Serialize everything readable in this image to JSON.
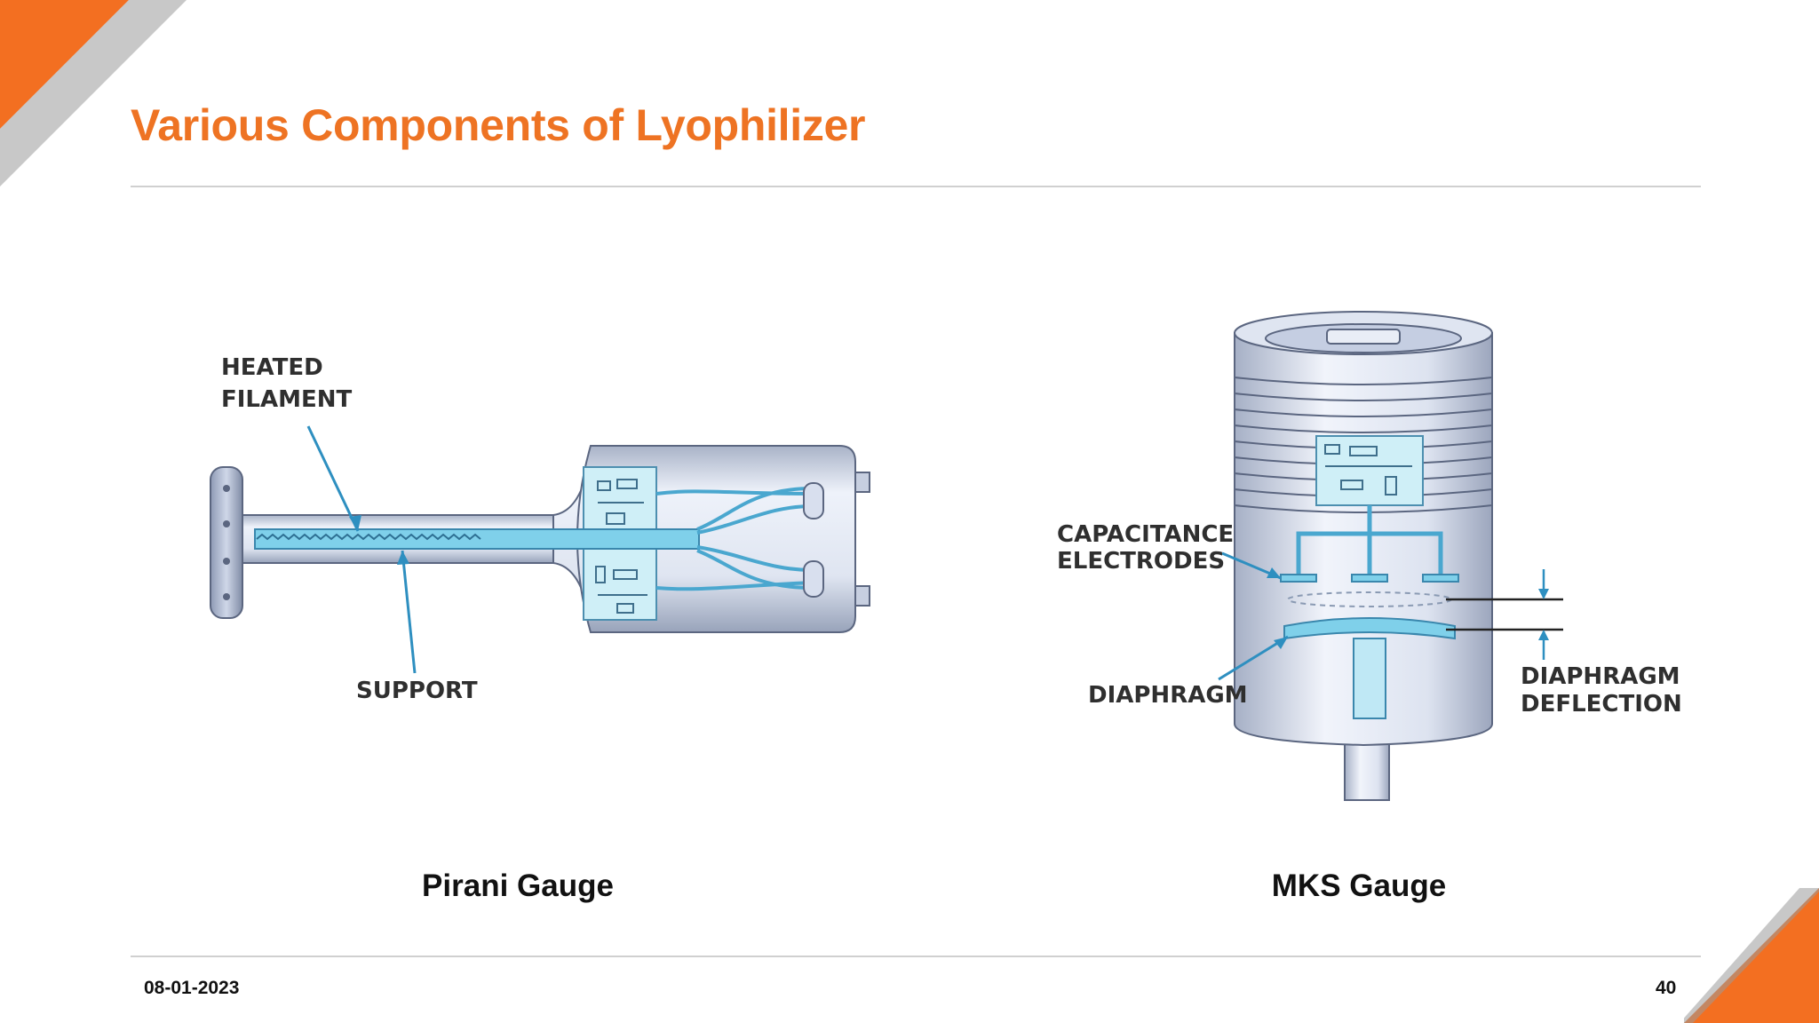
{
  "slide": {
    "title": "Various Components of Lyophilizer",
    "date": "08-01-2023",
    "page_number": "40",
    "accent_color": "#ee7323",
    "figures": [
      {
        "caption": "Pirani Gauge",
        "labels": {
          "heated_filament_1": "HEATED",
          "heated_filament_2": "FILAMENT",
          "support": "SUPPORT"
        }
      },
      {
        "caption": "MKS Gauge",
        "labels": {
          "capacitance_1": "CAPACITANCE",
          "capacitance_2": "ELECTRODES",
          "diaphragm": "DIAPHRAGM",
          "deflection_1": "DIAPHRAGM",
          "deflection_2": "DEFLECTION"
        }
      }
    ]
  }
}
